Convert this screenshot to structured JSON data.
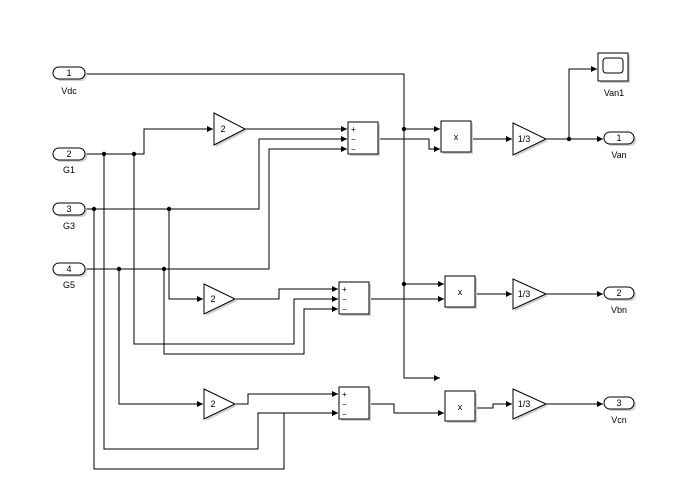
{
  "inports": [
    {
      "num": "1",
      "name": "Vdc"
    },
    {
      "num": "2",
      "name": "G1"
    },
    {
      "num": "3",
      "name": "G3"
    },
    {
      "num": "4",
      "name": "G5"
    }
  ],
  "outports": [
    {
      "num": "1",
      "name": "Van"
    },
    {
      "num": "2",
      "name": "Vbn"
    },
    {
      "num": "3",
      "name": "Vcn"
    }
  ],
  "gains": {
    "two": "2",
    "third": "1/3"
  },
  "product_label": "x",
  "sum_signs": {
    "plus": "+",
    "minus": "−"
  },
  "scope": {
    "name": "Van1"
  }
}
